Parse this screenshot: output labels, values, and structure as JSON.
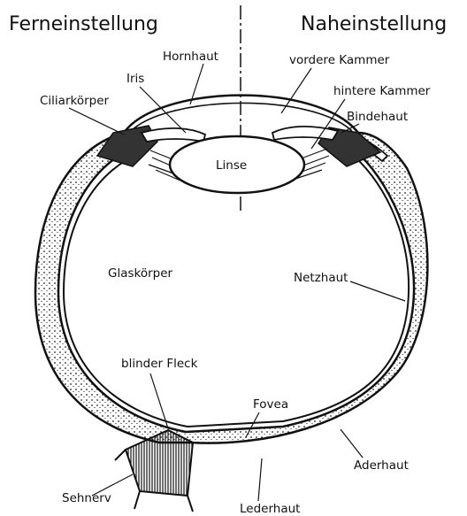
{
  "titles": {
    "left": "Ferneinstellung",
    "right": "Naheinstellung"
  },
  "labels": {
    "hornhaut": "Hornhaut",
    "vordere_kammer": "vordere Kammer",
    "iris": "Iris",
    "hintere_kammer": "hintere Kammer",
    "ciliarkoerper": "Ciliarkörper",
    "bindehaut": "Bindehaut",
    "linse": "Linse",
    "glaskoerper": "Glaskörper",
    "netzhaut": "Netzhaut",
    "blinder_fleck": "blinder Fleck",
    "fovea": "Fovea",
    "aderhaut": "Aderhaut",
    "sehnerv": "Sehnerv",
    "lederhaut": "Lederhaut"
  }
}
